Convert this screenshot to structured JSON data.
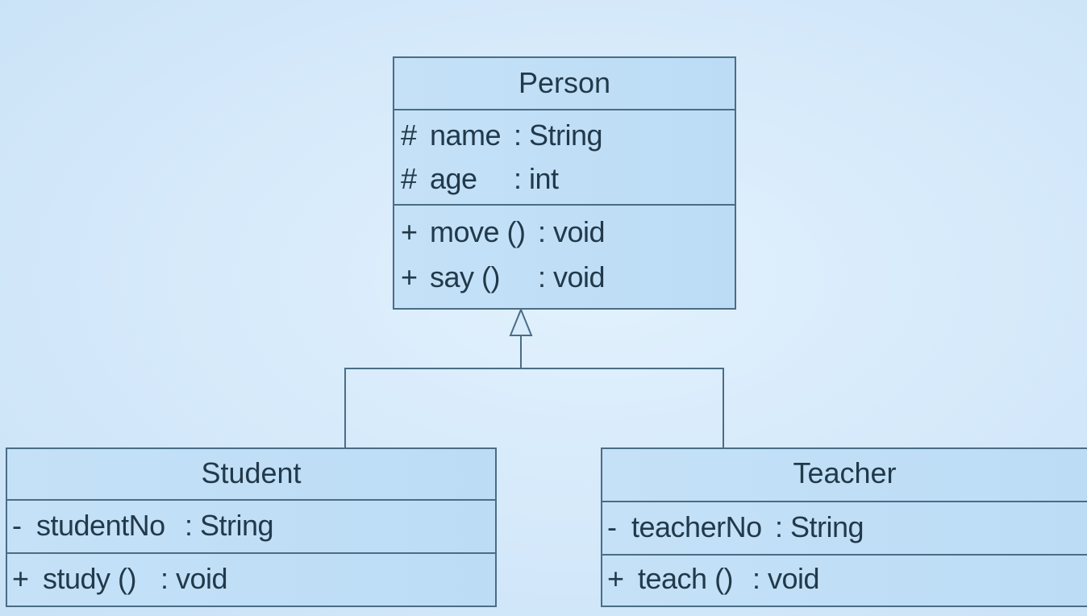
{
  "classes": {
    "person": {
      "name": "Person",
      "attributes": [
        {
          "visibility": "#",
          "name": "name",
          "type": ": String"
        },
        {
          "visibility": "#",
          "name": "age",
          "type": ": int"
        }
      ],
      "operations": [
        {
          "visibility": "+",
          "name": "move ()",
          "type": ": void"
        },
        {
          "visibility": "+",
          "name": "say ()",
          "type": ": void"
        }
      ]
    },
    "student": {
      "name": "Student",
      "attributes": [
        {
          "visibility": "-",
          "name": "studentNo",
          "type": ": String"
        }
      ],
      "operations": [
        {
          "visibility": "+",
          "name": "study ()",
          "type": ": void"
        }
      ]
    },
    "teacher": {
      "name": "Teacher",
      "attributes": [
        {
          "visibility": "-",
          "name": "teacherNo",
          "type": ": String"
        }
      ],
      "operations": [
        {
          "visibility": "+",
          "name": "teach ()",
          "type": ": void"
        }
      ]
    }
  },
  "relationships": [
    {
      "type": "generalization",
      "from": "Student",
      "to": "Person"
    },
    {
      "type": "generalization",
      "from": "Teacher",
      "to": "Person"
    }
  ]
}
